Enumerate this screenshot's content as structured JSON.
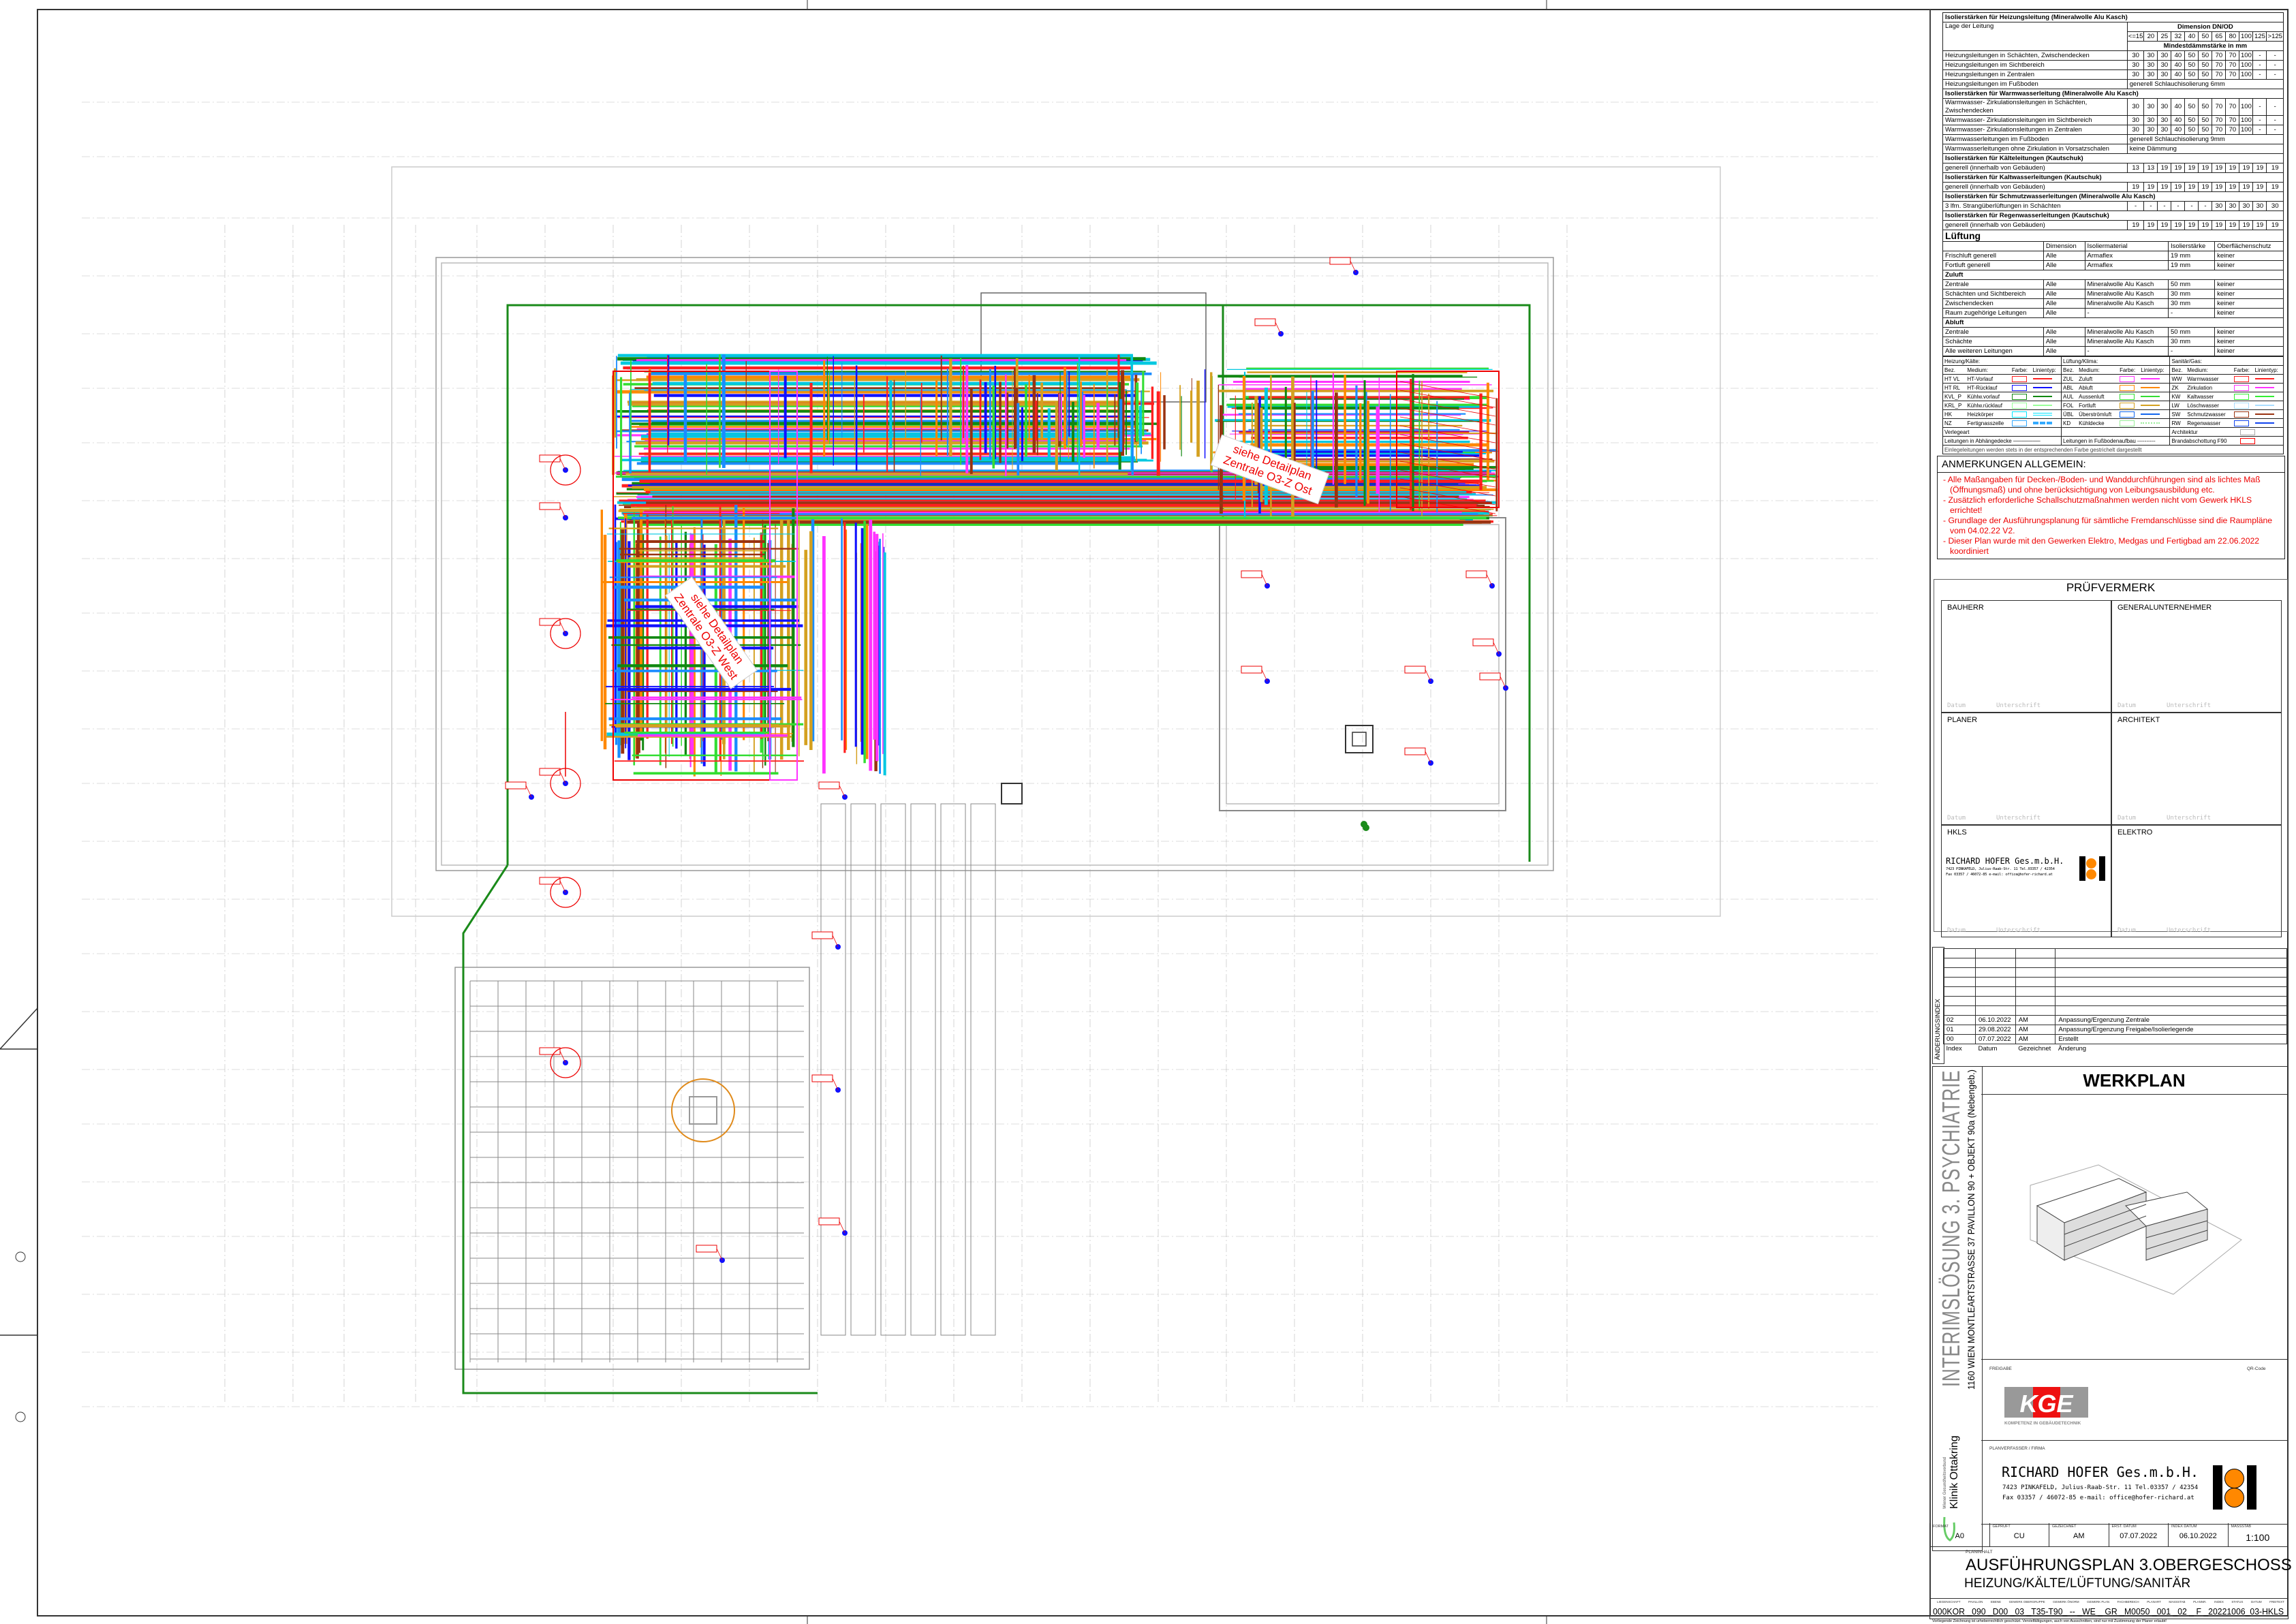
{
  "insulation": {
    "title": "Isolierstärken für Heizungsleitung (Mineralwolle Alu Kasch)",
    "col_label": "Lage der Leitung",
    "dim_header": "Dimension DN/OD",
    "dims": [
      "<=15",
      "20",
      "25",
      "32",
      "40",
      "50",
      "65",
      "80",
      "100",
      "125",
      ">125"
    ],
    "min_header": "Mindestdämmstärke in mm",
    "rows": [
      {
        "type": "row",
        "label": "Heizungsleitungen in Schächten, Zwischendecken",
        "values": [
          "30",
          "30",
          "30",
          "40",
          "50",
          "50",
          "70",
          "70",
          "100",
          "-",
          "-"
        ]
      },
      {
        "type": "row",
        "label": "Heizungsleitungen im Sichtbereich",
        "values": [
          "30",
          "30",
          "30",
          "40",
          "50",
          "50",
          "70",
          "70",
          "100",
          "-",
          "-"
        ]
      },
      {
        "type": "row",
        "label": "Heizungsleitungen in Zentralen",
        "values": [
          "30",
          "30",
          "30",
          "40",
          "50",
          "50",
          "70",
          "70",
          "100",
          "-",
          "-"
        ]
      },
      {
        "type": "row",
        "label": "Heizungsleitungen im Fußboden",
        "text": "generell Schlauchisolierung 6mm"
      },
      {
        "type": "section",
        "label": "Isolierstärken für Warmwasserleitung (Mineralwolle Alu Kasch)"
      },
      {
        "type": "row",
        "label": "Warmwasser- Zirkulationsleitungen in Schächten, Zwischendecken",
        "values": [
          "30",
          "30",
          "30",
          "40",
          "50",
          "50",
          "70",
          "70",
          "100",
          "-",
          "-"
        ]
      },
      {
        "type": "row",
        "label": "Warmwasser- Zirkulationsleitungen im Sichtbereich",
        "values": [
          "30",
          "30",
          "30",
          "40",
          "50",
          "50",
          "70",
          "70",
          "100",
          "-",
          "-"
        ]
      },
      {
        "type": "row",
        "label": "Warmwasser- Zirkulationsleitungen in Zentralen",
        "values": [
          "30",
          "30",
          "30",
          "40",
          "50",
          "50",
          "70",
          "70",
          "100",
          "-",
          "-"
        ]
      },
      {
        "type": "row",
        "label": "Warmwasserleitungen im Fußboden",
        "text": "generell Schlauchisolierung 9mm"
      },
      {
        "type": "row",
        "label": "Warmwasserleitungen ohne Zirkulation in Vorsatzschalen",
        "text": "keine Dämmung"
      },
      {
        "type": "section",
        "label": "Isolierstärken für Kälteleitungen (Kautschuk)"
      },
      {
        "type": "row",
        "label": "generell (innerhalb von Gebäuden)",
        "values": [
          "13",
          "13",
          "19",
          "19",
          "19",
          "19",
          "19",
          "19",
          "19",
          "19",
          "19"
        ]
      },
      {
        "type": "section",
        "label": "Isolierstärken für Kaltwasserleitungen (Kautschuk)"
      },
      {
        "type": "row",
        "label": "generell (innerhalb von Gebäuden)",
        "values": [
          "19",
          "19",
          "19",
          "19",
          "19",
          "19",
          "19",
          "19",
          "19",
          "19",
          "19"
        ]
      },
      {
        "type": "section",
        "label": "Isolierstärken für Schmutzwasserleitungen (Mineralwolle Alu Kasch)"
      },
      {
        "type": "row",
        "label": "3 lfm. Strangüberlüftungen in Schächten",
        "values": [
          "-",
          "-",
          "-",
          "-",
          "-",
          "-",
          "30",
          "30",
          "30",
          "30",
          "30"
        ]
      },
      {
        "type": "section",
        "label": "Isolierstärken für Regenwasserleitungen (Kautschuk)"
      },
      {
        "type": "row",
        "label": "generell (innerhalb von Gebäuden)",
        "values": [
          "19",
          "19",
          "19",
          "19",
          "19",
          "19",
          "19",
          "19",
          "19",
          "19",
          "19"
        ]
      }
    ]
  },
  "lueftung": {
    "title": "Lüftung",
    "headers": [
      "",
      "Dimension",
      "Isoliermaterial",
      "Isolierstärke",
      "Oberflächenschutz"
    ],
    "rows": [
      [
        "Frischluft generell",
        "Alle",
        "Armaflex",
        "19 mm",
        "keiner"
      ],
      [
        "Fortluft generell",
        "Alle",
        "Armaflex",
        "19 mm",
        "keiner"
      ],
      [
        "Zuluft"
      ],
      [
        "Zentrale",
        "Alle",
        "Mineralwolle Alu Kasch",
        "50 mm",
        "keiner"
      ],
      [
        "Schächten und Sichtbereich",
        "Alle",
        "Mineralwolle Alu Kasch",
        "30 mm",
        "keiner"
      ],
      [
        "Zwischendecken",
        "Alle",
        "Mineralwolle Alu Kasch",
        "30 mm",
        "keiner"
      ],
      [
        "Raum zugehörige Leitungen",
        "Alle",
        "-",
        "-",
        "keiner"
      ],
      [
        "Abluft"
      ],
      [
        "Zentrale",
        "Alle",
        "Mineralwolle Alu Kasch",
        "50 mm",
        "keiner"
      ],
      [
        "Schächte",
        "Alle",
        "Mineralwolle Alu Kasch",
        "30 mm",
        "keiner"
      ],
      [
        "Alle weiteren Leitungen",
        "Alle",
        "-",
        "-",
        "keiner"
      ]
    ]
  },
  "legend": {
    "groups": [
      {
        "title": "Heizung/Kälte:",
        "items": [
          {
            "code": "HT VL",
            "medium": "HT-Vorlauf",
            "color": "#ff2020",
            "style": "solid"
          },
          {
            "code": "HT RL",
            "medium": "HT-Rücklauf",
            "color": "#1010ff",
            "style": "solid"
          },
          {
            "code": "KVL_P",
            "medium": "Kühlw.vorlauf",
            "color": "#118811",
            "style": "solid"
          },
          {
            "code": "KRL_P",
            "medium": "Kühlw.rücklauf",
            "color": "#99ff99",
            "style": "solid"
          },
          {
            "code": "HK",
            "medium": "Heizkörper",
            "color": "#00e5ff",
            "style": "double"
          },
          {
            "code": "NZ",
            "medium": "Fertignasszelle",
            "color": "#33aaff",
            "style": "hatched"
          }
        ]
      },
      {
        "title": "Lüftung/Klima:",
        "items": [
          {
            "code": "ZUL",
            "medium": "Zuluft",
            "color": "#ff33ff",
            "style": "solid"
          },
          {
            "code": "ABL",
            "medium": "Abluft",
            "color": "#ff8800",
            "style": "solid"
          },
          {
            "code": "AUL",
            "medium": "Aussenluft",
            "color": "#33dd33",
            "style": "solid"
          },
          {
            "code": "FOL",
            "medium": "Fortluft",
            "color": "#d4a020",
            "style": "solid"
          },
          {
            "code": "ÜBL",
            "medium": "Überströmluft",
            "color": "#1166ee",
            "style": "solid"
          },
          {
            "code": "KD",
            "medium": "Kühldecke",
            "color": "#99ee99",
            "style": "dotted"
          }
        ]
      },
      {
        "title": "Sanitär/Gas:",
        "items": [
          {
            "code": "WW",
            "medium": "Warmwasser",
            "color": "#ff2020",
            "style": "solid"
          },
          {
            "code": "ZK",
            "medium": "Zirkulation",
            "color": "#ff33ff",
            "style": "solid"
          },
          {
            "code": "KW",
            "medium": "Kaltwasser",
            "color": "#33ee33",
            "style": "solid"
          },
          {
            "code": "LW",
            "medium": "Löschwasser",
            "color": "#aaddff",
            "style": "solid"
          },
          {
            "code": "SW",
            "medium": "Schmutzwasser",
            "color": "#993311",
            "style": "solid"
          },
          {
            "code": "RW",
            "medium": "Regenwasser",
            "color": "#1144ee",
            "style": "solid"
          }
        ]
      }
    ],
    "col_bez": "Bez.",
    "col_medium": "Medium:",
    "col_farbe": "Farbe:",
    "col_linientyp": "Linientyp:",
    "verlegeart": "Verlegeart",
    "architektur": "Architektur",
    "abhaengedecke": "Leitungen in Abhängedecke",
    "fussboden": "Leitungen in Fußbodenaufbau ----------",
    "brandabschottung": "Brandabschottung F90",
    "footnote": "Einlegeleitungen werden stets in der entsprechenden Farbe gestrichelt dargestellt"
  },
  "notes": {
    "title": "ANMERKUNGEN ALLGEMEIN:",
    "items": [
      "- Alle Maßangaben für Decken-/Boden- und Wanddurchführungen sind als lichtes Maß (Öffnungsmaß) und ohne berücksichtigung von Leibungsausbildung etc.",
      "- Zusätzlich erforderliche Schallschutzmaßnahmen werden nicht vom Gewerk HKLS errichtet!",
      "- Grundlage der Ausführungsplanung für sämtliche Fremdanschlüsse sind die Raumpläne vom 04.02.22 V2.",
      "- Dieser Plan wurde mit den Gewerken Elektro, Medgas und Fertigbad am 22.06.2022 koordiniert"
    ]
  },
  "pruefvermerk": {
    "title": "PRÜFVERMERK",
    "date_label": "Datum",
    "sign_label": "Unterschrift",
    "cells": [
      "BAUHERR",
      "GENERALUNTERNEHMER",
      "PLANER",
      "ARCHITEKT",
      "HKLS",
      "ELEKTRO"
    ]
  },
  "company": {
    "name": "RICHARD HOFER Ges.m.b.H.",
    "address": "7423 PINKAFELD, Julius-Raab-Str. 11 Tel.03357 / 42354",
    "contact": "Fax 03357 / 46072-85   e-mail: office@hofer-richard.at"
  },
  "revisions": {
    "side_label": "ÄNDERUNGSINDEX",
    "headers": [
      "Index",
      "Datum",
      "Gezeichnet",
      "Änderung"
    ],
    "rows": [
      [
        "02",
        "06.10.2022",
        "AM",
        "Anpassung/Ergenzung Zentrale"
      ],
      [
        "01",
        "29.08.2022",
        "AM",
        "Anpassung/Ergenzung Freigabe/Isolierlegende"
      ],
      [
        "00",
        "07.07.2022",
        "AM",
        "Erstellt"
      ]
    ]
  },
  "titleblock": {
    "project": "INTERIMSLÖSUNG 3. PSYCHIATRIE",
    "address": "1160 WIEN MONTLEARTSTRASSE 37 PAVILLON 90 + OBJEKT 90a (Nebengeb.)",
    "client_small": "Wiener Gesundheitsverbund",
    "client": "Klinik Ottakring",
    "plan_type": "WERKPLAN",
    "freigabe_label": "FREIGABE",
    "qr_label": "QR-Code",
    "kge_logo": "KGE",
    "kge_tagline": "KOMPETENZ IN GEBÄUDETECHNIK",
    "planverfasser_label": "PLANVERFASSER / FIRMA",
    "fields": [
      {
        "label": "FORMAT",
        "value": "A0"
      },
      {
        "label": "GEPRÜFT",
        "value": "CU"
      },
      {
        "label": "GEZEICHNET",
        "value": "AM"
      },
      {
        "label": "ERST. DATUM",
        "value": "07.07.2022"
      },
      {
        "label": "INDEX DATUM",
        "value": "06.10.2022"
      },
      {
        "label": "MASSSTAB",
        "value": "1:100"
      }
    ],
    "planinhalt_label": "PLANINHALT",
    "title1": "AUSFÜHRUNGSPLAN 3.OBERGESCHOSS",
    "title2": "HEIZUNG/KÄLTE/LÜFTUNG/SANITÄR",
    "code_labels": [
      "LIEGENSCHAFT",
      "PAVILLON",
      "EBENE",
      "GEWERK OBERGRUPPE",
      "GEWERK ÖNORM",
      "GEWERK PLAN",
      "FACHBEREICH",
      "PLANART",
      "MASSSTAB",
      "PLANNR.",
      "INDEX",
      "STATUS",
      "DATUM",
      "FREITEXT"
    ],
    "plan_code": "000KOR _090 _D00 _03 _T35-T90_ -- _WE _ GR _M0050 _001 _02 _ F _20221006_03-HKLS",
    "copyright": "Vorliegende Zeichnung ist urheberrechtlich geschützt. Vervielfältigungen, auch von Ausschnitten, sind nur mit Zustimmung der Planer erlaubt!"
  },
  "plan": {
    "callout_east": "siehe Detailplan Zentrale O3-Z Ost",
    "callout_west": "siehe Detailplan Zentrale O3-Z West"
  }
}
